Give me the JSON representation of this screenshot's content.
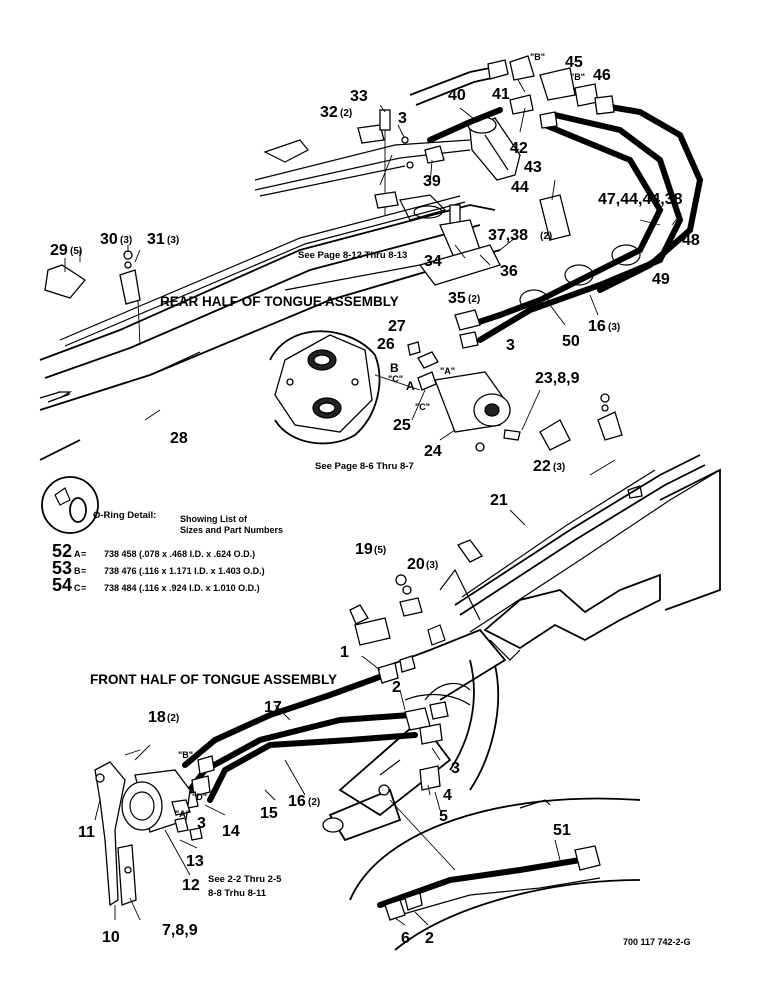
{
  "titles": {
    "rear": "REAR HALF OF TONGUE ASSEMBLY",
    "front": "FRONT HALF OF TONGUE ASSEMBLY"
  },
  "page_refs": {
    "p8_12": "See Page 8-12 Thru 8-13",
    "p8_6": "See Page 8-6 Thru 8-7",
    "p2_2_line1": "See 2-2 Thru 2-5",
    "p2_2_line2": "8-8 Trhu 8-11"
  },
  "oring": {
    "label": "O-Ring Detail:",
    "showing1": "Showing List of",
    "showing2": "Sizes and Part Numbers",
    "rows": [
      {
        "num": "52",
        "letter": "A",
        "sep": "=",
        "text": "738 458 (.078 x .468 I.D. x .624 O.D.)"
      },
      {
        "num": "53",
        "letter": "B",
        "sep": "=",
        "text": "738 476 (.116 x 1.171 I.D. x 1.403 O.D.)"
      },
      {
        "num": "54",
        "letter": "C",
        "sep": "=",
        "text": "738 484 (.116 x .924 I.D. x 1.010 O.D.)"
      }
    ]
  },
  "ports": {
    "A": "\"A\"",
    "B": "\"B\"",
    "C": "\"C\"",
    "D": "\"D\"",
    "A_plain": "A",
    "B_plain": "B"
  },
  "callouts": {
    "c1": "1",
    "c2": "2",
    "c2b": "2",
    "c3a": "3",
    "c3b": "3",
    "c3c": "3",
    "c3d": "3",
    "c4": "4",
    "c5": "5",
    "c6": "6",
    "c7_8_9": "7,8,9",
    "c10": "10",
    "c11": "11",
    "c12": "12",
    "c13": "13",
    "c14": "14",
    "c15": "15",
    "c16a": "16",
    "c16b": "16",
    "c17": "17",
    "c18": "18",
    "c19": "19",
    "c20": "20",
    "c21": "21",
    "c22": "22",
    "c23_8_9": "23,8,9",
    "c24": "24",
    "c25": "25",
    "c26": "26",
    "c27": "27",
    "c28": "28",
    "c29": "29",
    "c30": "30",
    "c31": "31",
    "c32": "32",
    "c33": "33",
    "c34": "34",
    "c35": "35",
    "c36": "36",
    "c37_38": "37,38",
    "c39": "39",
    "c40": "40",
    "c41": "41",
    "c42": "42",
    "c43": "43",
    "c44": "44",
    "c45": "45",
    "c46": "46",
    "c47_44_44_38": "47,44,44,38",
    "c48": "48",
    "c49": "49",
    "c50": "50",
    "c51": "51"
  },
  "quantities": {
    "q2": "(2)",
    "q3": "(3)",
    "q5": "(5)"
  },
  "figure_number": "700 117 742-2-G"
}
